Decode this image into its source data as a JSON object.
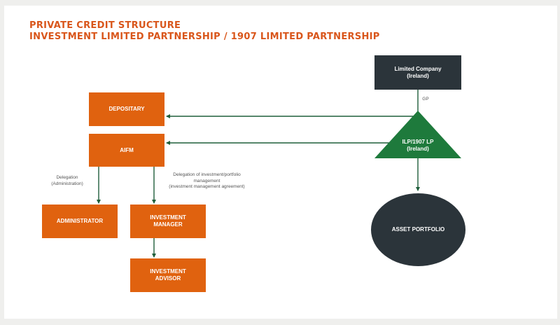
{
  "title": {
    "line1": "PRIVATE CREDIT STRUCTURE",
    "line2": "INVESTMENT LIMITED PARTNERSHIP / 1907 LIMITED PARTNERSHIP"
  },
  "nodes": {
    "depositary": "DEPOSITARY",
    "aifm": "AIFM",
    "administrator": "ADMINISTRATOR",
    "investment_manager": "INVESTMENT\nMANAGER",
    "investment_advisor": "INVESTMENT\nADVISOR",
    "limited_company": "Limited Company\n(Ireland)",
    "ilp": "ILP/1907 LP\n(Ireland)",
    "asset_portfolio": "ASSET PORTFOLIO"
  },
  "edge_labels": {
    "gp": "GP",
    "delegation_admin": "Delegation\n(Administration)",
    "delegation_investment": "Delegation of investment/portfolio\nmanagement\n(investment management agreement)"
  },
  "colors": {
    "orange": "#e0620f",
    "dark": "#2b343a",
    "green": "#1e7a3c",
    "title": "#d9561b"
  }
}
